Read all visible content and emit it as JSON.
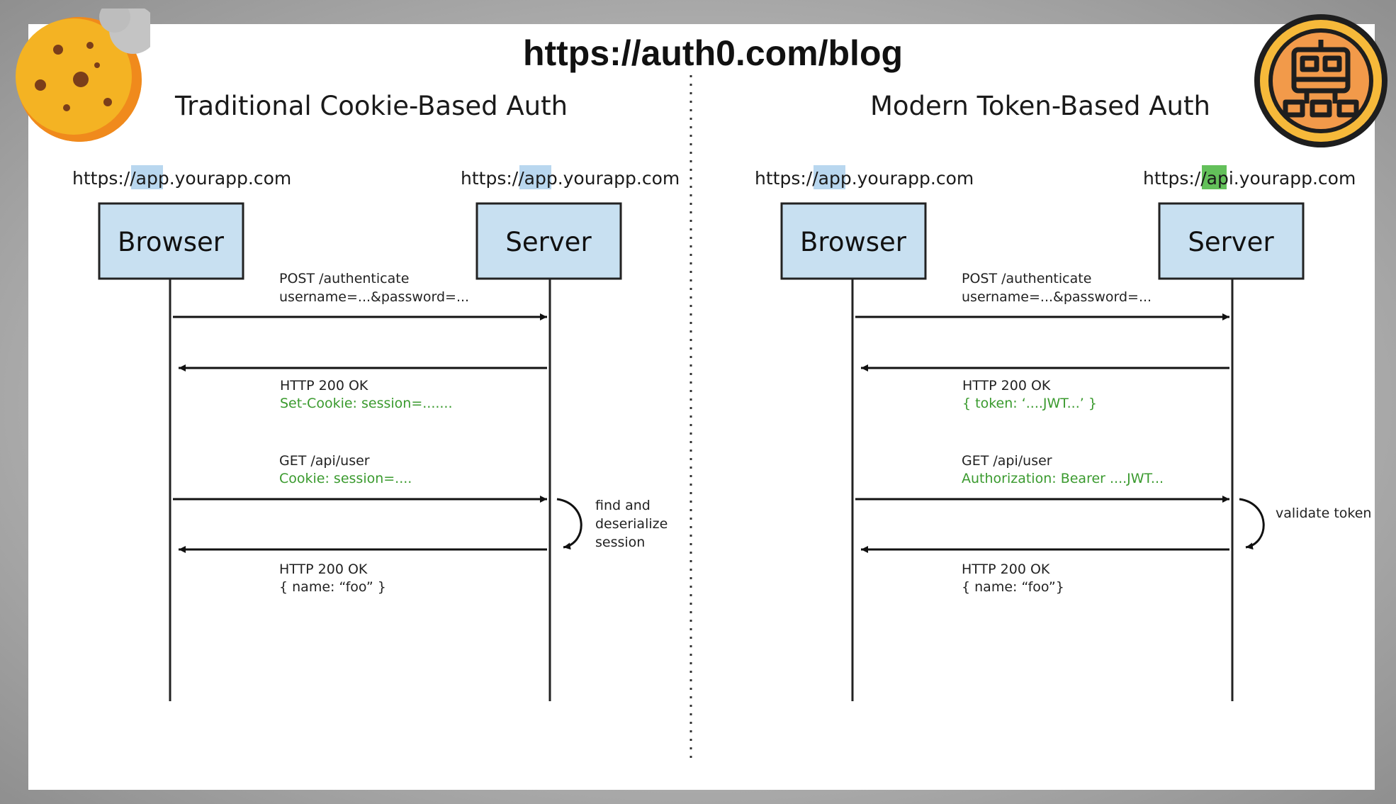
{
  "title": "https://auth0.com/blog",
  "colors": {
    "box_fill": "#c8e0f1",
    "highlight_blue": "#b9d7ef",
    "highlight_green": "#63c05a",
    "green_text": "#3a9a2e",
    "cookie": "#f4b323",
    "badge": "#f29a4a"
  },
  "icons": {
    "left": "cookie-icon",
    "right": "robot-badge-icon"
  },
  "left": {
    "heading": "Traditional Cookie-Based Auth",
    "browser_url": {
      "prefix": "https://",
      "highlight": "app",
      "suffix": ".yourapp.com"
    },
    "server_url": {
      "prefix": "https://",
      "highlight": "app",
      "suffix": ".yourapp.com"
    },
    "browser_label": "Browser",
    "server_label": "Server",
    "msg1_line1": "POST /authenticate",
    "msg1_line2": "username=...&password=...",
    "msg2_line1": "HTTP 200 OK",
    "msg2_line2": "Set-Cookie: session=.......",
    "msg3_line1": "GET /api/user",
    "msg3_line2": "Cookie: session=....",
    "note_line1": "find and",
    "note_line2": "deserialize",
    "note_line3": "session",
    "msg4_line1": "HTTP 200 OK",
    "msg4_line2": "{  name: “foo” }"
  },
  "right": {
    "heading": "Modern Token-Based Auth",
    "browser_url": {
      "prefix": "https://",
      "highlight": "app",
      "suffix": ".yourapp.com"
    },
    "server_url": {
      "prefix": "https://",
      "highlight": "api",
      "suffix": ".yourapp.com"
    },
    "browser_label": "Browser",
    "server_label": "Server",
    "msg1_line1": "POST /authenticate",
    "msg1_line2": "username=...&password=...",
    "msg2_line1": "HTTP 200 OK",
    "msg2_line2": "{ token: ‘....JWT...’ }",
    "msg3_line1": "GET /api/user",
    "msg3_line2": "Authorization: Bearer ....JWT...",
    "note_line1": "validate token",
    "msg4_line1": "HTTP 200 OK",
    "msg4_line2": "{ name: “foo”}"
  }
}
